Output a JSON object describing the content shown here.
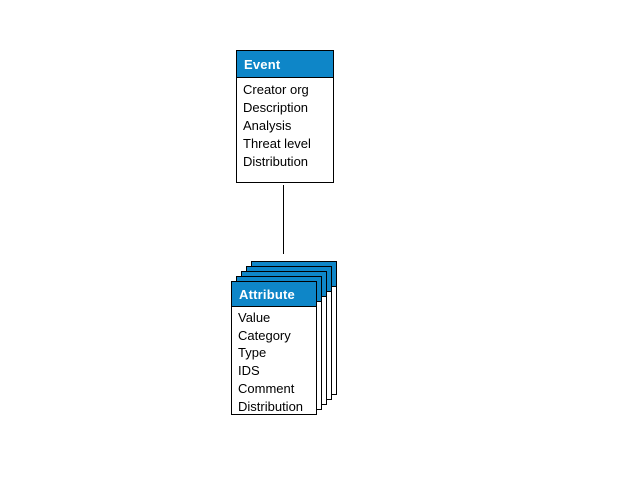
{
  "diagram": {
    "background_color": "#ffffff",
    "accent_color": "#0e86c8",
    "border_color": "#000000",
    "entities": {
      "event": {
        "title": "Event",
        "fields": [
          "Creator org",
          "Description",
          "Analysis",
          "Threat level",
          "Distribution"
        ]
      },
      "attribute": {
        "title": "Attribute",
        "fields": [
          "Value",
          "Category",
          "Type",
          "IDS",
          "Comment",
          "Distribution"
        ],
        "stack_count": 5
      }
    },
    "connector": {
      "from": "event",
      "to": "attribute",
      "style": "vertical-line"
    }
  }
}
